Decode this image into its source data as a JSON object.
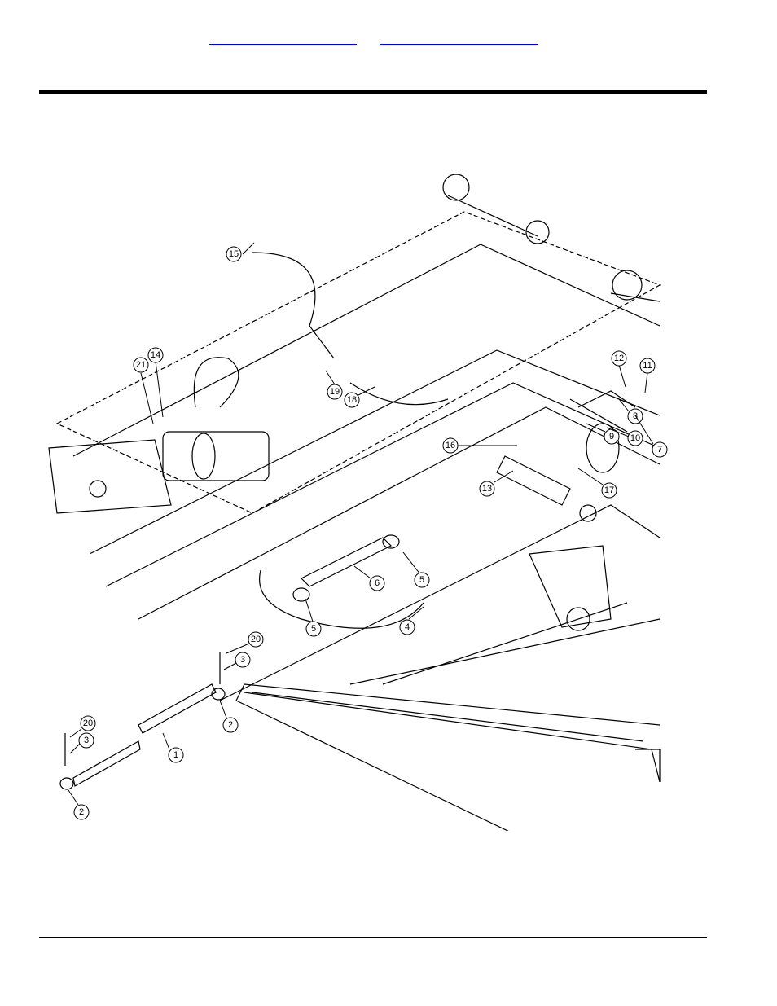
{
  "nav": {
    "link_a": "",
    "link_b": ""
  },
  "callouts": [
    "15",
    "21",
    "14",
    "19",
    "18",
    "12",
    "11",
    "8",
    "9",
    "10",
    "7",
    "16",
    "13",
    "17",
    "6",
    "5",
    "5",
    "4",
    "20",
    "3",
    "2",
    "1",
    "20",
    "3",
    "2"
  ]
}
